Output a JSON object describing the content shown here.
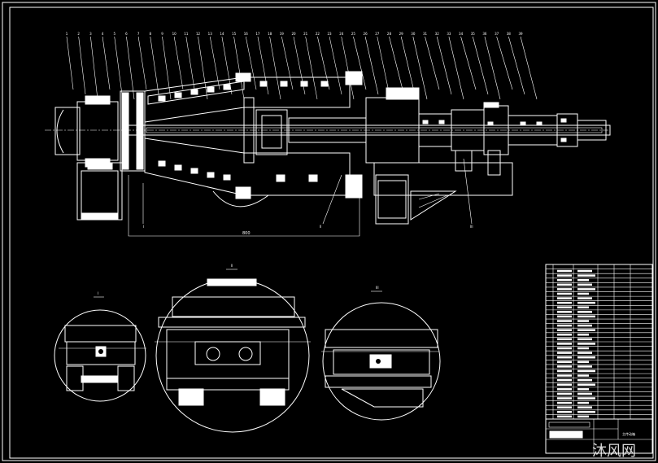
{
  "drawing": {
    "balloons": [
      "1",
      "2",
      "3",
      "4",
      "5",
      "6",
      "7",
      "8",
      "9",
      "10",
      "11",
      "12",
      "13",
      "14",
      "15",
      "16",
      "17",
      "18",
      "19",
      "20",
      "21",
      "22",
      "23",
      "24",
      "25",
      "26",
      "27",
      "28",
      "29",
      "30",
      "31",
      "32",
      "33",
      "34",
      "35",
      "36",
      "37",
      "38",
      "39"
    ],
    "section_marks": [
      "I",
      "II",
      "III"
    ],
    "detail_labels": [
      "I",
      "II",
      "III"
    ],
    "dimension_text": "800",
    "title_block_name": "主传动箱",
    "watermark": "沐风网",
    "colors": {
      "background": "#000000",
      "line": "#ffffff"
    }
  }
}
